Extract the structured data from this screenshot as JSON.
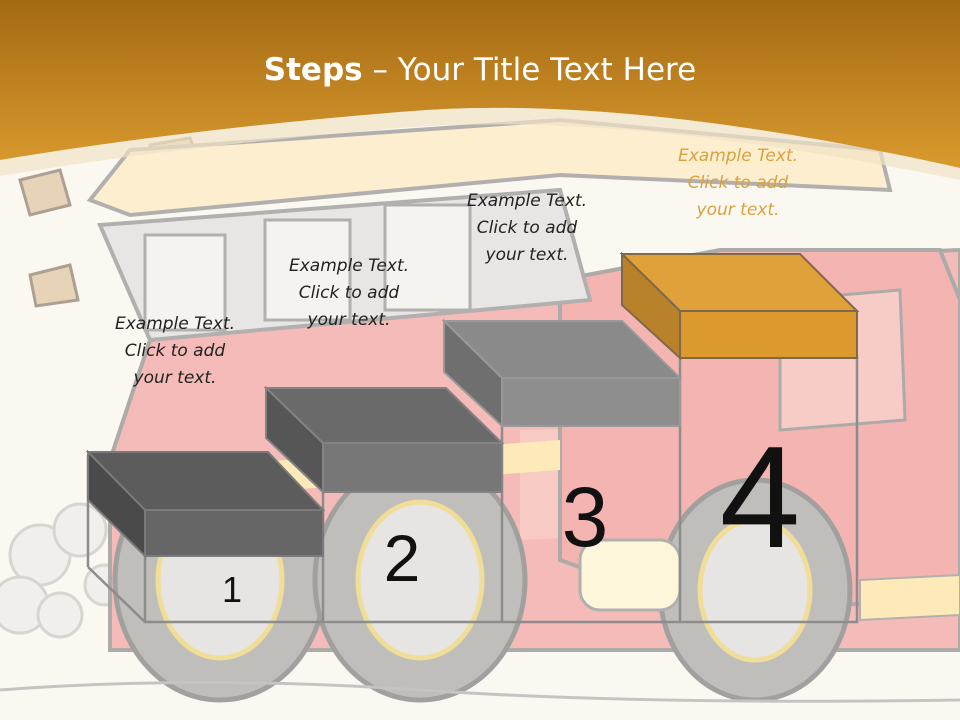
{
  "slide": {
    "title_bold": "Steps",
    "title_rest": " – Your Title Text Here",
    "steps": [
      {
        "number": "1",
        "text": [
          "Example Text.",
          "Click  to add",
          "your text."
        ],
        "color": "#666666"
      },
      {
        "number": "2",
        "text": [
          "Example Text.",
          "Click  to add",
          "your text."
        ],
        "color": "#777777"
      },
      {
        "number": "3",
        "text": [
          "Example Text.",
          "Click  to add",
          "your text."
        ],
        "color": "#8e8e8e"
      },
      {
        "number": "4",
        "text": [
          "Example Text.",
          "Click  to add",
          "your text."
        ],
        "color": "#e0a03a"
      }
    ],
    "colors": {
      "header": "#c98a22",
      "header_light": "#e6a843",
      "background": "#fbf8f2",
      "accent": "#e0a03a",
      "frame_line": "#888888"
    },
    "background_image": "fire-truck-illustration"
  }
}
